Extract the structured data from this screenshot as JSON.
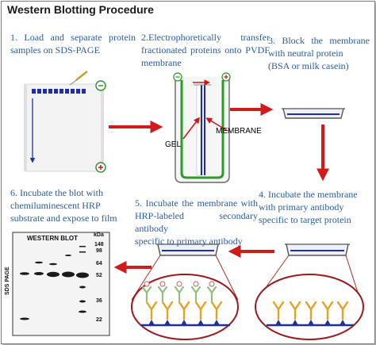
{
  "title": "Western Blotting Procedure",
  "steps": {
    "s1": [
      "1. Load and separate protein",
      "samples on SDS-PAGE"
    ],
    "s2": [
      "2.Electrophoretically transfer",
      "fractionated proteins onto PVDF",
      "membrane"
    ],
    "s3": [
      "3. Block the membrane",
      "with neutral protein",
      "(BSA or milk casein)"
    ],
    "s4": [
      "4. Incubate the membrane",
      "with primary antibody",
      "specific to target protein"
    ],
    "s5": [
      "5. Incubate the membrane with",
      "HRP-labeled secondary antibody",
      "specific to primary antibody"
    ],
    "s6": [
      "6. Incubate the blot with",
      "chemiluminescent HRP",
      "substrate and expose to film"
    ]
  },
  "labels": {
    "gel": "GEL",
    "membrane": "MEMBRANE",
    "minus": "⊖",
    "plus": "⊕"
  },
  "blot": {
    "title": "WESTERN BLOT",
    "kda": "kDa",
    "axis": "SDS PAGE",
    "markers": [
      "148",
      "98",
      "64",
      "52",
      "36",
      "22"
    ]
  },
  "colors": {
    "text": "#2b5c9e",
    "arrow": "#d11a1a",
    "oval": "#9b1b1b",
    "electrode": "#2e9a2e",
    "gel_blue": "#1f2fa0",
    "antibody_primary": "#e8a020",
    "antibody_secondary": "#8fbf7a"
  }
}
